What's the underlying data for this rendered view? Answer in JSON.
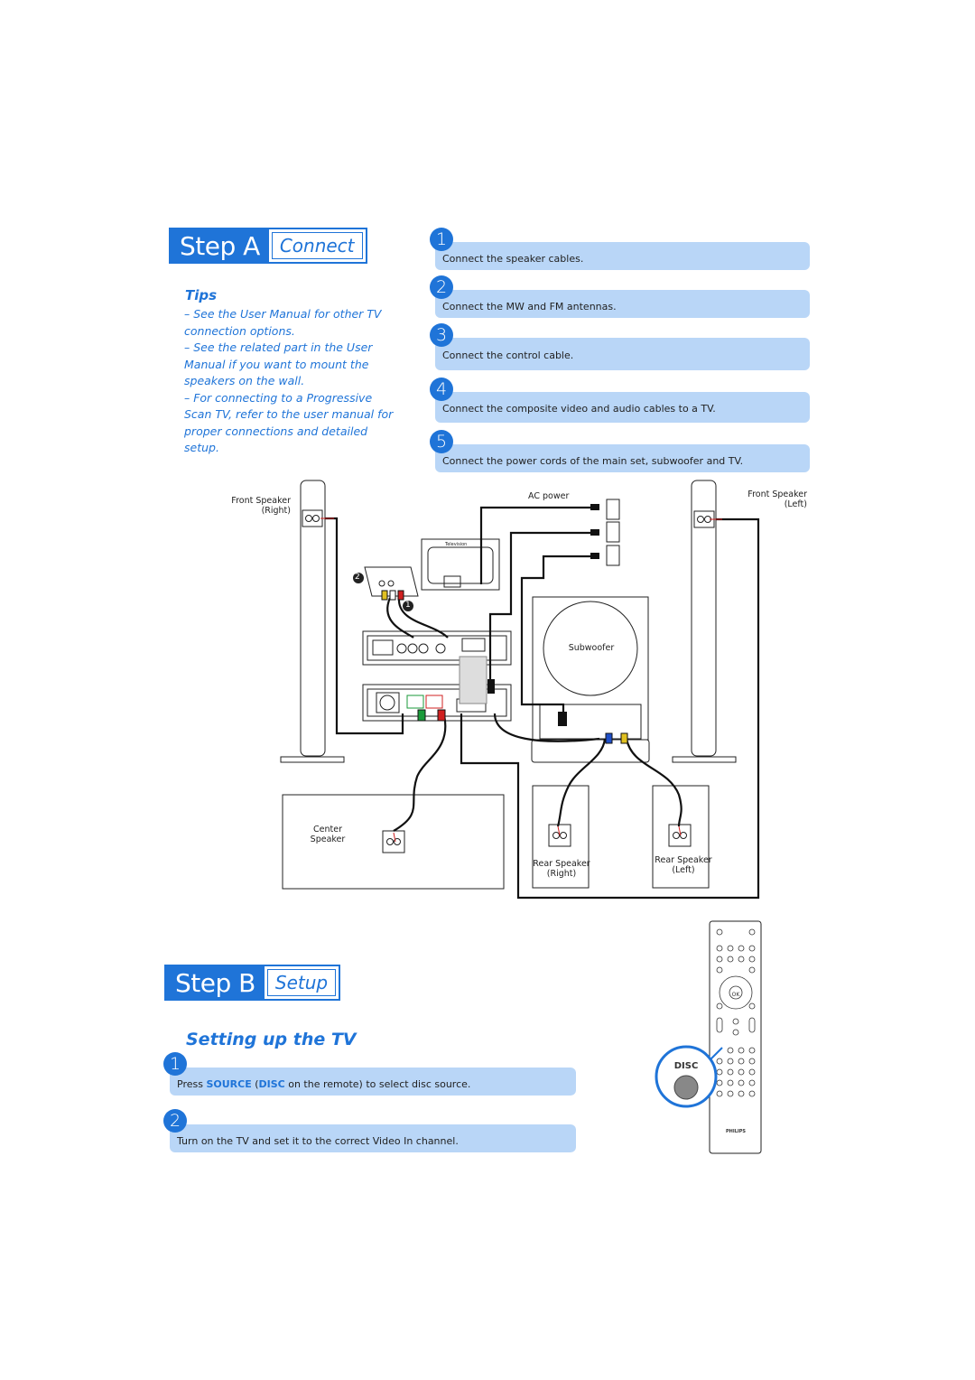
{
  "stepA": {
    "label": "Step A",
    "sub": "Connect"
  },
  "tips": {
    "title": "Tips",
    "items": [
      "– See the User Manual for other TV connection options.",
      "– See the related part in the User Manual if you want to mount the speakers on the wall.",
      "– For connecting to a Progressive Scan TV, refer to the user manual for proper connections and detailed setup."
    ]
  },
  "steps": [
    {
      "num": "1",
      "text": "Connect the speaker cables."
    },
    {
      "num": "2",
      "text": "Connect the MW and FM antennas."
    },
    {
      "num": "3",
      "text": "Connect the control cable."
    },
    {
      "num": "4",
      "text": "Connect the composite video and audio cables to a TV."
    },
    {
      "num": "5",
      "text": "Connect the power cords of the main set, subwoofer and TV."
    }
  ],
  "diagram": {
    "front_right": "Front Speaker\n(Right)",
    "front_left": "Front Speaker\n(Left)",
    "ac_power": "AC power",
    "television": "Television",
    "subwoofer": "Subwoofer",
    "center": "Center\nSpeaker",
    "rear_right": "Rear Speaker\n(Right)",
    "rear_left": "Rear Speaker\n(Left)",
    "callout1": "1",
    "callout2": "2"
  },
  "stepB": {
    "label": "Step B",
    "sub": "Setup"
  },
  "setting_title": "Setting up the TV",
  "setupSteps": [
    {
      "num": "1",
      "pre": "Press ",
      "hl1": "SOURCE",
      "mid": " (",
      "hl2": "DISC",
      "post": " on the remote) to select disc source."
    },
    {
      "num": "2",
      "text": "Turn on the TV and set it to the correct Video In channel."
    }
  ],
  "remote": {
    "disc": "DISC",
    "brand": "PHILIPS",
    "ok": "OK"
  },
  "colors": {
    "accent": "#1f74d8",
    "box": "#b9d6f7"
  }
}
